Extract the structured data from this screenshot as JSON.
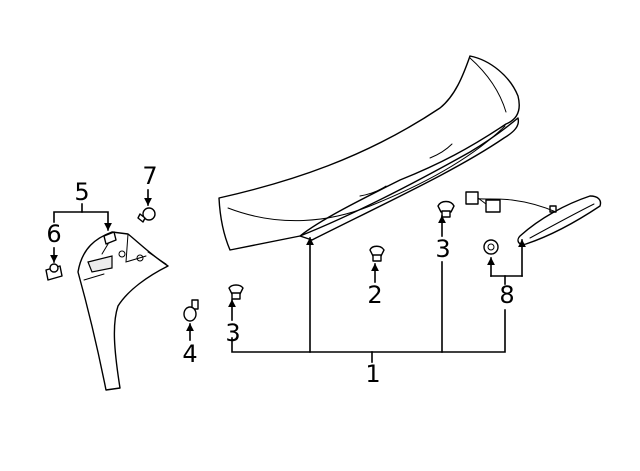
{
  "callouts": {
    "c1": "1",
    "c2": "2",
    "c3a": "3",
    "c3b": "3",
    "c4": "4",
    "c5": "5",
    "c6": "6",
    "c7": "7",
    "c8": "8"
  },
  "colors": {
    "line": "#000000",
    "background": "#ffffff",
    "shading": "#ececec"
  }
}
